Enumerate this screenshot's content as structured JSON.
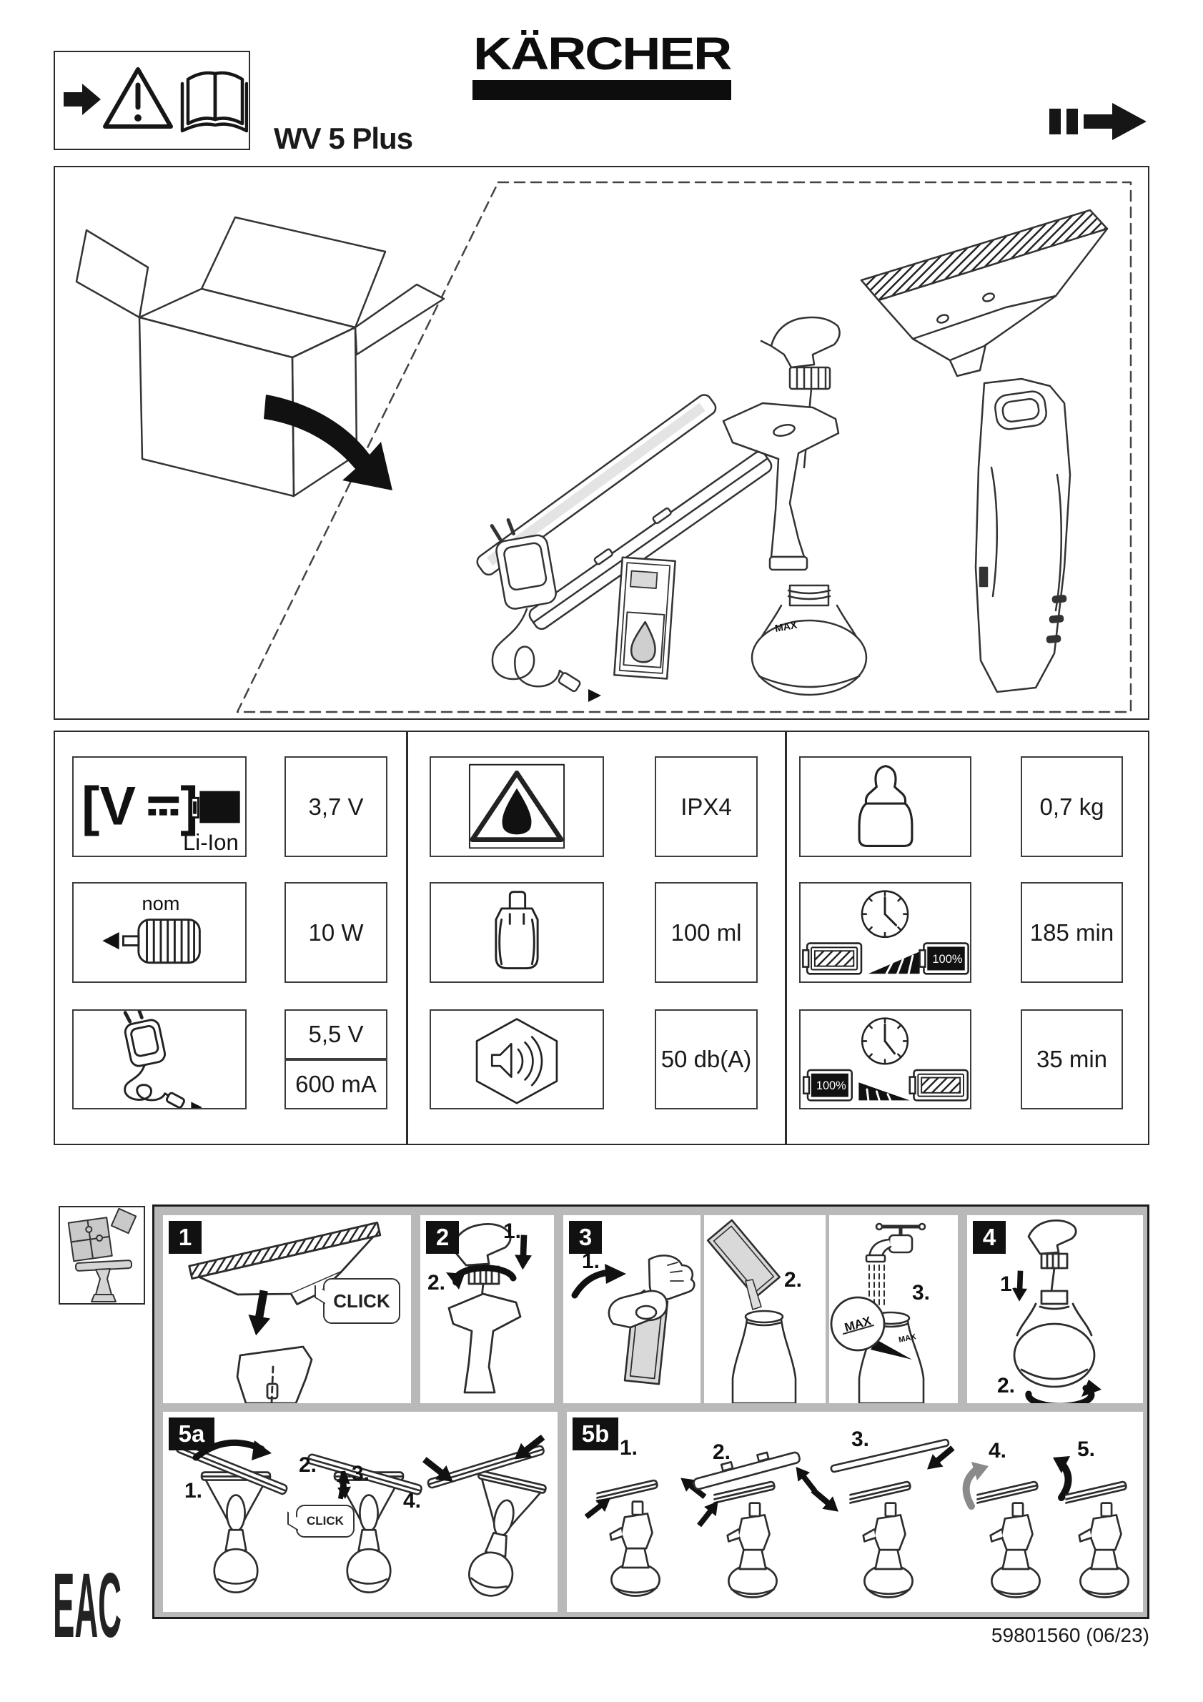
{
  "header": {
    "brand_logo": "KÄRCHER",
    "model": "WV 5 Plus"
  },
  "labels": {
    "n1": "1.",
    "n2": "2.",
    "n3": "3.",
    "n4": "4.",
    "n5": "5.",
    "click": "CLICK",
    "max": "MAX"
  },
  "step_chips": {
    "s1": "1",
    "s2": "2",
    "s3": "3",
    "s4": "4",
    "s5a": "5a",
    "s5b": "5b"
  },
  "specs": {
    "battery": {
      "symbol_left": "[V",
      "symbol_right": "]",
      "caption": "Li-Ion",
      "value": "3,7 V"
    },
    "power": {
      "caption": "nom",
      "value": "10 W"
    },
    "charger": {
      "voltage": "5,5 V",
      "current": "600 mA"
    },
    "protection": {
      "value": "IPX4"
    },
    "tank": {
      "value": "100 ml"
    },
    "sound": {
      "value": "50 db(A)"
    },
    "weight": {
      "value": "0,7 kg"
    },
    "charging_time": {
      "value": "185 min",
      "battery_badge": "100%"
    },
    "operating_time": {
      "value": "35 min",
      "battery_badge": "100%"
    }
  },
  "footer": {
    "eac_mark": "EAC",
    "part_number": "59801560 (06/23)"
  }
}
